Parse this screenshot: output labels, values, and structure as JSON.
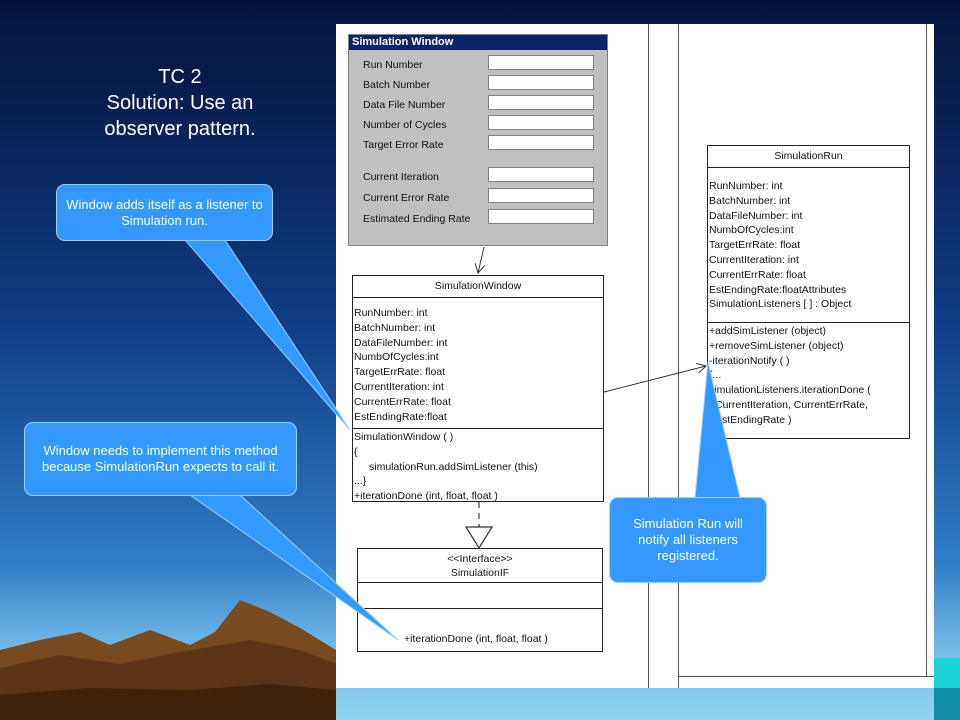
{
  "title": {
    "line1": "TC 2",
    "line2": "Solution: Use an",
    "line3": "observer pattern."
  },
  "simulation_window_form": {
    "title": "Simulation Window",
    "fields": [
      "Run Number",
      "Batch Number",
      "Data File Number",
      "Number of Cycles",
      "Target Error Rate",
      "Current Iteration",
      "Current Error Rate",
      "Estimated Ending Rate"
    ]
  },
  "simulation_window_class": {
    "name": "SimulationWindow",
    "attributes": [
      "RunNumber: int",
      "BatchNumber: int",
      "DataFileNumber: int",
      "NumbOfCycles:int",
      "TargetErrRate: float",
      "CurrentIteration: int",
      "CurrentErrRate: float",
      "EstEndingRate:float"
    ],
    "methods": [
      "SimulationWindow ( )",
      "{",
      "simulationRun.addSimListener (this)",
      "...}",
      "+iterationDone (int, float, float )"
    ]
  },
  "simulation_if_class": {
    "stereotype": "<<Interface>>",
    "name": "SimulationIF",
    "methods": [
      "+iterationDone (int, float, float )"
    ]
  },
  "simulation_run_class": {
    "name": "SimulationRun",
    "attributes": [
      "RunNumber: int",
      "BatchNumber: int",
      "DataFileNumber: int",
      "NumbOfCycles:int",
      "TargetErrRate: float",
      "CurrentIteration: int",
      "CurrentErrRate: float",
      "EstEndingRate:floatAttributes",
      "SimulationListeners [ ] : Object"
    ],
    "methods": [
      "+addSimListener (object)",
      "+removeSimListener (object)",
      "-iterationNotify ( )",
      "{...",
      "simulationListeners.iterationDone (",
      "CurrentIteration, CurrentErrRate,",
      "EstEndingRate )"
    ]
  },
  "callouts": {
    "add_listener": "Window adds itself as a listener to Simulation run.",
    "implement_method": "Window needs to implement this method because SimulationRun expects to call it.",
    "notify": "Simulation Run will notify all listeners registered."
  },
  "colors": {
    "sky_top": "#06163f",
    "sky_mid": "#1d5aa8",
    "horizon": "#6ab7e6",
    "callout": "#3399ff",
    "teal": "#19d3d6"
  }
}
